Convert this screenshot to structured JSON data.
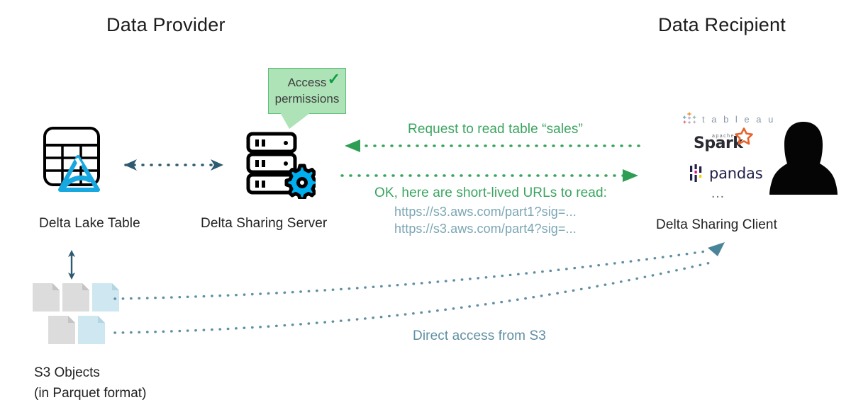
{
  "diagram": {
    "title_left": "Data Provider",
    "title_right": "Data Recipient",
    "nodes": {
      "delta_lake_table": {
        "label": "Delta Lake Table",
        "icon": "delta-lake-table-icon"
      },
      "delta_sharing_server": {
        "label": "Delta Sharing Server",
        "icon": "server-gear-icon"
      },
      "delta_sharing_client": {
        "label": "Delta Sharing Client",
        "icon": "person-silhouette-icon"
      },
      "s3_objects": {
        "label_line1": "S3 Objects",
        "label_line2": "(in Parquet format)",
        "icon": "file-document-icon"
      }
    },
    "callout": {
      "line1": "Access",
      "line2": "permissions",
      "check": "✓"
    },
    "messages": {
      "request": "Request to read table “sales”",
      "response_intro": "OK, here are short-lived URLs to read:",
      "url_1": "https://s3.aws.com/part1?sig=...",
      "url_2": "https://s3.aws.com/part4?sig=...",
      "direct_access": "Direct access from S3"
    },
    "client_logos": [
      {
        "name": "tableau",
        "text": "t a b l e a u"
      },
      {
        "name": "apache-spark",
        "text": "Spark",
        "sup": "apache"
      },
      {
        "name": "pandas",
        "text": "pandas"
      },
      {
        "name": "more",
        "text": "…"
      }
    ],
    "colors": {
      "green": "#3aa45f",
      "green_bubble_fill": "#ade3b7",
      "green_bubble_border": "#5cbf78",
      "slate_blue": "#5f8fa3",
      "dark_slate": "#2e5a72",
      "delta_cyan": "#17a8e0",
      "url_muted": "#7ba6b4",
      "file_gray": "#dcdcdc",
      "file_blue": "#cfe7f0",
      "text_dark": "#222222",
      "spark_orange": "#e8622a",
      "pandas_navy": "#21204b"
    }
  }
}
